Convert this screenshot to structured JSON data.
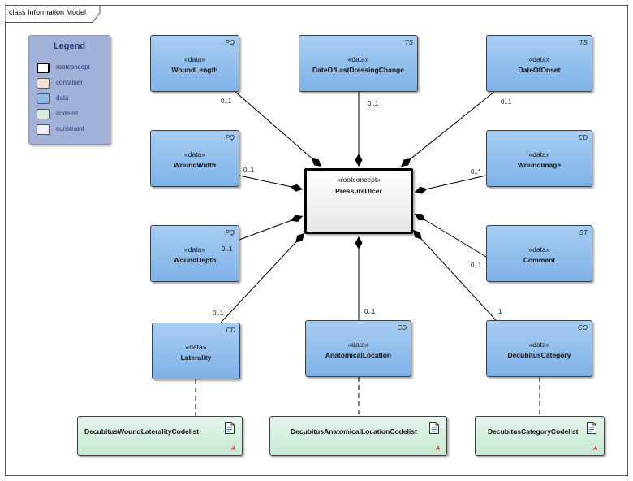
{
  "frame": {
    "title": "class Information Model"
  },
  "legend": {
    "title": "Legend",
    "items": [
      {
        "label": "rootconcept",
        "color": "#ffffff",
        "border": "#000000"
      },
      {
        "label": "container",
        "color": "#f3dfd2",
        "border": "#555555"
      },
      {
        "label": "data",
        "color": "#8dbbeb",
        "border": "#555555"
      },
      {
        "label": "codelist",
        "color": "#d4eedd",
        "border": "#555555"
      },
      {
        "label": "constraint",
        "color": "#f2f2f8",
        "border": "#555555"
      }
    ]
  },
  "root": {
    "stereotype": "«rootconcept»",
    "name": "PressureUlcer"
  },
  "classes": {
    "wound_length": {
      "stereotype": "«data»",
      "name": "WoundLength",
      "type": "PQ"
    },
    "date_last_dressing": {
      "stereotype": "«data»",
      "name": "DateOfLastDressingChange",
      "type": "TS"
    },
    "date_onset": {
      "stereotype": "«data»",
      "name": "DateOfOnset",
      "type": "TS"
    },
    "wound_width": {
      "stereotype": "«data»",
      "name": "WoundWidth",
      "type": "PQ"
    },
    "wound_image": {
      "stereotype": "«data»",
      "name": "WoundImage",
      "type": "ED"
    },
    "wound_depth": {
      "stereotype": "«data»",
      "name": "WoundDepth",
      "type": "PQ"
    },
    "comment": {
      "stereotype": "«data»",
      "name": "Comment",
      "type": "ST"
    },
    "laterality": {
      "stereotype": "«data»",
      "name": "Laterality",
      "type": "CD"
    },
    "anatomical_location": {
      "stereotype": "«data»",
      "name": "AnatomicalLocation",
      "type": "CD"
    },
    "decubitus_category": {
      "stereotype": "«data»",
      "name": "DecubitusCategory",
      "type": "CO"
    }
  },
  "codelists": {
    "laterality": {
      "name": "DecubitusWoundLateralityCodelist",
      "flag": "A"
    },
    "anatomical": {
      "name": "DecubitusAnatomicalLocationCodelist",
      "flag": "A"
    },
    "category": {
      "name": "DecubitusCategoryCodelist",
      "flag": "A"
    }
  },
  "multiplicities": {
    "wound_length": "0..1",
    "date_last_dressing": "0..1",
    "date_onset": "0..1",
    "wound_width": "0..1",
    "wound_image": "0..*",
    "wound_depth": "0..1",
    "comment": "0..1",
    "laterality": "0..1",
    "anatomical_location": "0..1",
    "decubitus_category": "1"
  }
}
